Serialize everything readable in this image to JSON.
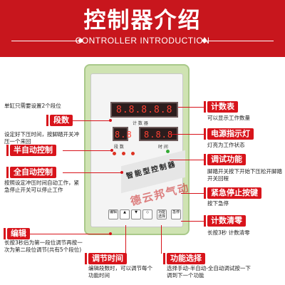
{
  "header": {
    "title": "控制器介绍",
    "subtitle": "CONTROLLER INTRODUCTION"
  },
  "panel": {
    "counter_label": "计 数 器",
    "display_counter": "8.8.8.8.8",
    "display_left": "8.8",
    "display_right": "8.8.8",
    "label_left": "段 数",
    "label_right": "时 间",
    "brand": "智能型控制器",
    "watermark": "德云邦气动",
    "buttons": [
      "编辑",
      "",
      "",
      "",
      "功能选择",
      "急停"
    ]
  },
  "left_notes": {
    "top_note": "单缸只需要设置2个段位",
    "duan_shu": {
      "label": "段数"
    },
    "ban_zidong": {
      "pre_note": "设定好下压时间，按脚踏开关冲压一个来回",
      "label": "半自动控制"
    },
    "quan_zidong": {
      "label": "全自动控制",
      "note": "按照设定冲压时间自动工作，紧急停止开关可以停止工作"
    },
    "bianji": {
      "label": "编辑",
      "note": "长按3秒后为第一段位调节再按一次为第二段位调节(共有5个段位)"
    },
    "tiaojie": {
      "label": "调节时间",
      "note": "编辑段数时，可以调节每个功能时间"
    },
    "gongneng": {
      "label": "功能选择",
      "note": "选择手动-半自动-全自动调试按一下调到下一个功能"
    }
  },
  "right_notes": {
    "jishu_biao": {
      "label": "计数表",
      "note": "可以显示工作数量"
    },
    "dianyuan": {
      "label": "电源指示灯",
      "note": "灯亮为工作状态"
    },
    "tiaoshi": {
      "label": "调试功能",
      "note": "脚踏开关按下开始下压松开脚踏开关回程"
    },
    "jinji": {
      "label": "紧急停止按键",
      "note": "按下急停"
    },
    "qingling": {
      "label": "计数清零",
      "note": "长按3秒 计数清零"
    }
  }
}
